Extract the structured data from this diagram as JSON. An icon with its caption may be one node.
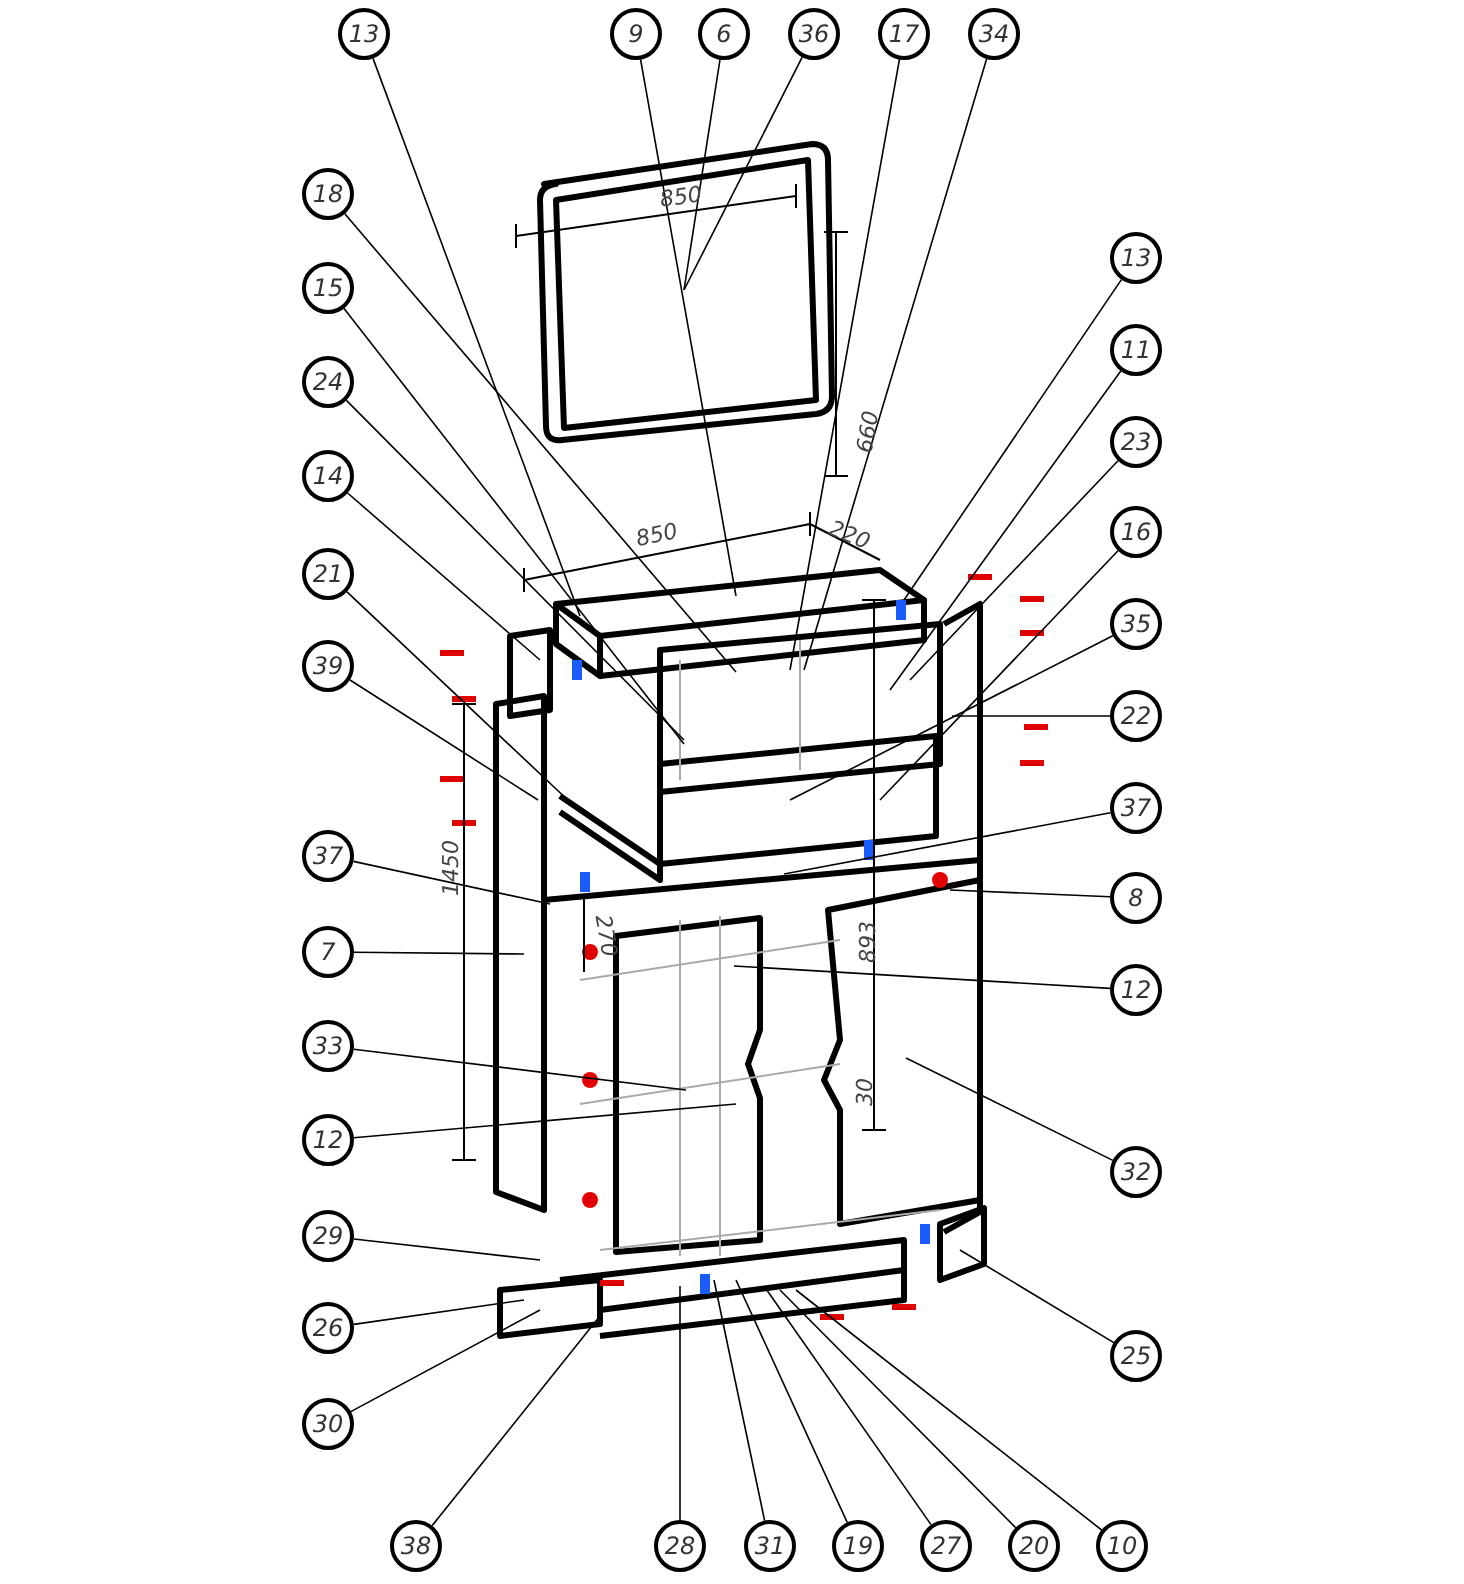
{
  "diagram": {
    "nodes": [
      {
        "text": [
          "13"
        ]
      },
      {
        "text": [
          "9"
        ]
      },
      {
        "text": [
          "6"
        ]
      },
      {
        "text": [
          "36"
        ]
      },
      {
        "text": [
          "17"
        ]
      },
      {
        "text": [
          "34"
        ]
      },
      {
        "text": [
          "18"
        ]
      },
      {
        "text": [
          "15"
        ]
      },
      {
        "text": [
          "24"
        ]
      },
      {
        "text": [
          "14"
        ]
      },
      {
        "text": [
          "21"
        ]
      },
      {
        "text": [
          "39"
        ]
      },
      {
        "text": [
          "37"
        ]
      },
      {
        "text": [
          "7"
        ]
      },
      {
        "text": [
          "33"
        ]
      },
      {
        "text": [
          "12"
        ]
      },
      {
        "text": [
          "29"
        ]
      },
      {
        "text": [
          "26"
        ]
      },
      {
        "text": [
          "30"
        ]
      },
      {
        "text": [
          "13"
        ]
      },
      {
        "text": [
          "11"
        ]
      },
      {
        "text": [
          "23"
        ]
      },
      {
        "text": [
          "16"
        ]
      },
      {
        "text": [
          "35"
        ]
      },
      {
        "text": [
          "22"
        ]
      },
      {
        "text": [
          "37"
        ]
      },
      {
        "text": [
          "8"
        ]
      },
      {
        "text": [
          "12"
        ]
      },
      {
        "text": [
          "32"
        ]
      },
      {
        "text": [
          "25"
        ]
      },
      {
        "text": [
          "38"
        ]
      },
      {
        "text": [
          "28"
        ]
      },
      {
        "text": [
          "31"
        ]
      },
      {
        "text": [
          "19"
        ]
      },
      {
        "text": [
          "27"
        ]
      },
      {
        "text": [
          "20"
        ]
      },
      {
        "text": [
          "10"
        ]
      }
    ],
    "edges": [
      {
        "from": 0,
        "to": null,
        "arrow": "none"
      },
      {
        "from": 1,
        "to": null,
        "arrow": "none"
      },
      {
        "from": 2,
        "to": null,
        "arrow": "none"
      },
      {
        "from": 3,
        "to": null,
        "arrow": "none"
      },
      {
        "from": 4,
        "to": null,
        "arrow": "none"
      },
      {
        "from": 5,
        "to": null,
        "arrow": "none"
      },
      {
        "from": 6,
        "to": null,
        "arrow": "none"
      },
      {
        "from": 7,
        "to": null,
        "arrow": "none"
      },
      {
        "from": 8,
        "to": null,
        "arrow": "none"
      },
      {
        "from": 9,
        "to": null,
        "arrow": "none"
      },
      {
        "from": 10,
        "to": null,
        "arrow": "none"
      },
      {
        "from": 11,
        "to": null,
        "arrow": "none"
      },
      {
        "from": 12,
        "to": null,
        "arrow": "none"
      },
      {
        "from": 13,
        "to": null,
        "arrow": "none"
      },
      {
        "from": 14,
        "to": null,
        "arrow": "none"
      },
      {
        "from": 15,
        "to": null,
        "arrow": "none"
      },
      {
        "from": 16,
        "to": null,
        "arrow": "none"
      },
      {
        "from": 17,
        "to": null,
        "arrow": "none"
      },
      {
        "from": 18,
        "to": null,
        "arrow": "none"
      },
      {
        "from": 19,
        "to": null,
        "arrow": "none"
      },
      {
        "from": 20,
        "to": null,
        "arrow": "none"
      },
      {
        "from": 21,
        "to": null,
        "arrow": "none"
      },
      {
        "from": 22,
        "to": null,
        "arrow": "none"
      },
      {
        "from": 23,
        "to": null,
        "arrow": "none"
      },
      {
        "from": 24,
        "to": null,
        "arrow": "none"
      },
      {
        "from": 25,
        "to": null,
        "arrow": "none"
      },
      {
        "from": 26,
        "to": null,
        "arrow": "none"
      },
      {
        "from": 27,
        "to": null,
        "arrow": "none"
      },
      {
        "from": 28,
        "to": null,
        "arrow": "none"
      },
      {
        "from": 29,
        "to": null,
        "arrow": "none"
      },
      {
        "from": 30,
        "to": null,
        "arrow": "none"
      },
      {
        "from": 31,
        "to": null,
        "arrow": "none"
      },
      {
        "from": 32,
        "to": null,
        "arrow": "none"
      },
      {
        "from": 33,
        "to": null,
        "arrow": "none"
      },
      {
        "from": 34,
        "to": null,
        "arrow": "none"
      },
      {
        "from": 35,
        "to": null,
        "arrow": "none"
      },
      {
        "from": 36,
        "to": null,
        "arrow": "none"
      }
    ],
    "labels": [
      "850",
      "660",
      "850",
      "220",
      "1450",
      "270",
      "893",
      "30"
    ]
  }
}
